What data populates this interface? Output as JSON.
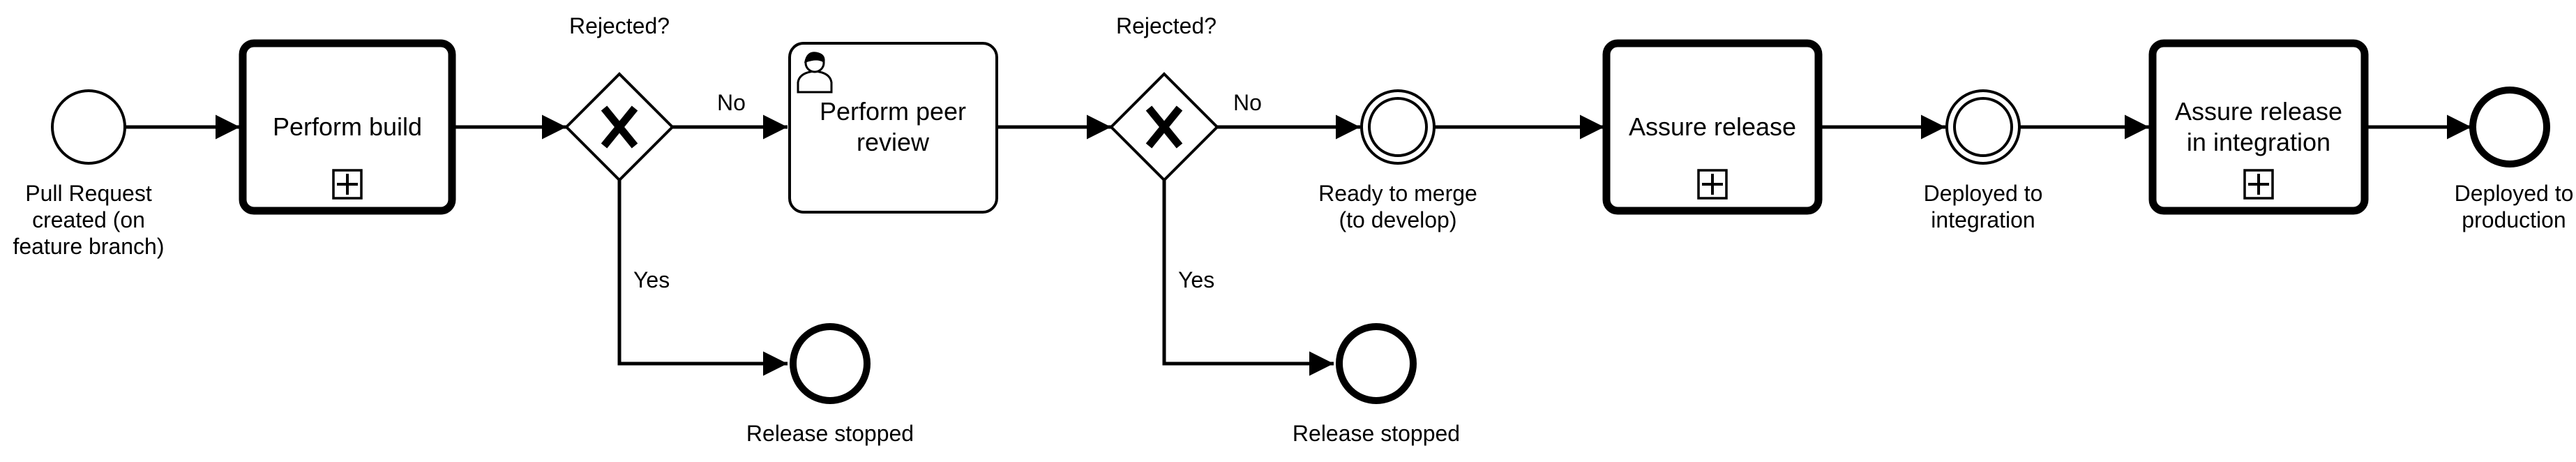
{
  "diagram": {
    "start_event": {
      "label_lines": [
        "Pull Request",
        "created (on",
        "feature branch)"
      ]
    },
    "task_build": {
      "label_lines": [
        "Perform build"
      ],
      "marker": "subprocess-plus-icon"
    },
    "gateway_1": {
      "question": "Rejected?",
      "no_label": "No",
      "yes_label": "Yes",
      "marker": "x-icon"
    },
    "end_stopped_1": {
      "label_lines": [
        "Release stopped"
      ]
    },
    "task_review": {
      "label_lines": [
        "Perform peer",
        "review"
      ],
      "marker": "user-icon"
    },
    "gateway_2": {
      "question": "Rejected?",
      "no_label": "No",
      "yes_label": "Yes",
      "marker": "x-icon"
    },
    "end_stopped_2": {
      "label_lines": [
        "Release stopped"
      ]
    },
    "event_ready": {
      "label_lines": [
        "Ready to merge",
        "(to develop)"
      ]
    },
    "task_assure": {
      "label_lines": [
        "Assure release"
      ],
      "marker": "subprocess-plus-icon"
    },
    "event_deployed_int": {
      "label_lines": [
        "Deployed to",
        "integration"
      ]
    },
    "task_assure_int": {
      "label_lines": [
        "Assure release",
        "in integration"
      ],
      "marker": "subprocess-plus-icon"
    },
    "end_event": {
      "label_lines": [
        "Deployed to",
        "production"
      ]
    }
  }
}
